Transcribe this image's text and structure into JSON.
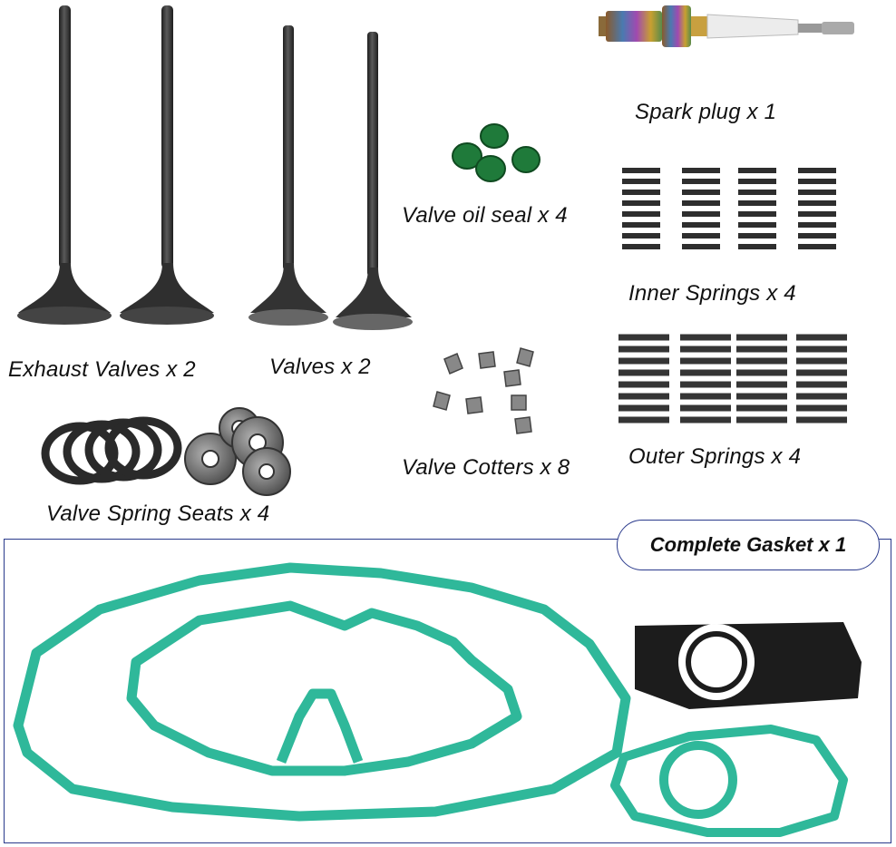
{
  "labels": {
    "spark_plug": "Spark plug x 1",
    "valve_oil_seal": "Valve oil seal x 4",
    "inner_springs": "Inner Springs x 4",
    "exhaust_valves": "Exhaust Valves x 2",
    "valves": "Valves x 2",
    "valve_cotters": "Valve Cotters x 8",
    "outer_springs": "Outer Springs x 4",
    "valve_spring_seats": "Valve Spring Seats x 4",
    "complete_gasket": "Complete Gasket x 1"
  },
  "colors": {
    "metal_dark": "#3a3a3a",
    "gasket_teal": "#2fb89a",
    "seal_green": "#1f7a3a",
    "frame_blue": "#2a3a8c"
  }
}
